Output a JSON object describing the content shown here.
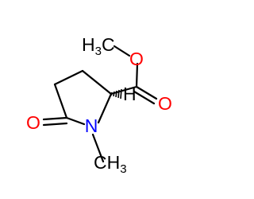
{
  "molecule": {
    "atoms": {
      "methyl_ester": {
        "text": "H",
        "sub": "3",
        "tail": "C",
        "color": "#000000"
      },
      "ester_oxygen": {
        "text": "O",
        "color": "#ff0000"
      },
      "carbonyl_oxygen_ester": {
        "text": "O",
        "color": "#ff0000"
      },
      "lactam_oxygen": {
        "text": "O",
        "color": "#ff0000"
      },
      "ring_nitrogen": {
        "text": "N",
        "color": "#0000ff"
      },
      "n_methyl": {
        "text": "CH",
        "sub": "3",
        "color": "#000000"
      },
      "stereo_hydrogen": {
        "text": "H",
        "color": "#000000"
      }
    },
    "bond_color": "#000000"
  }
}
